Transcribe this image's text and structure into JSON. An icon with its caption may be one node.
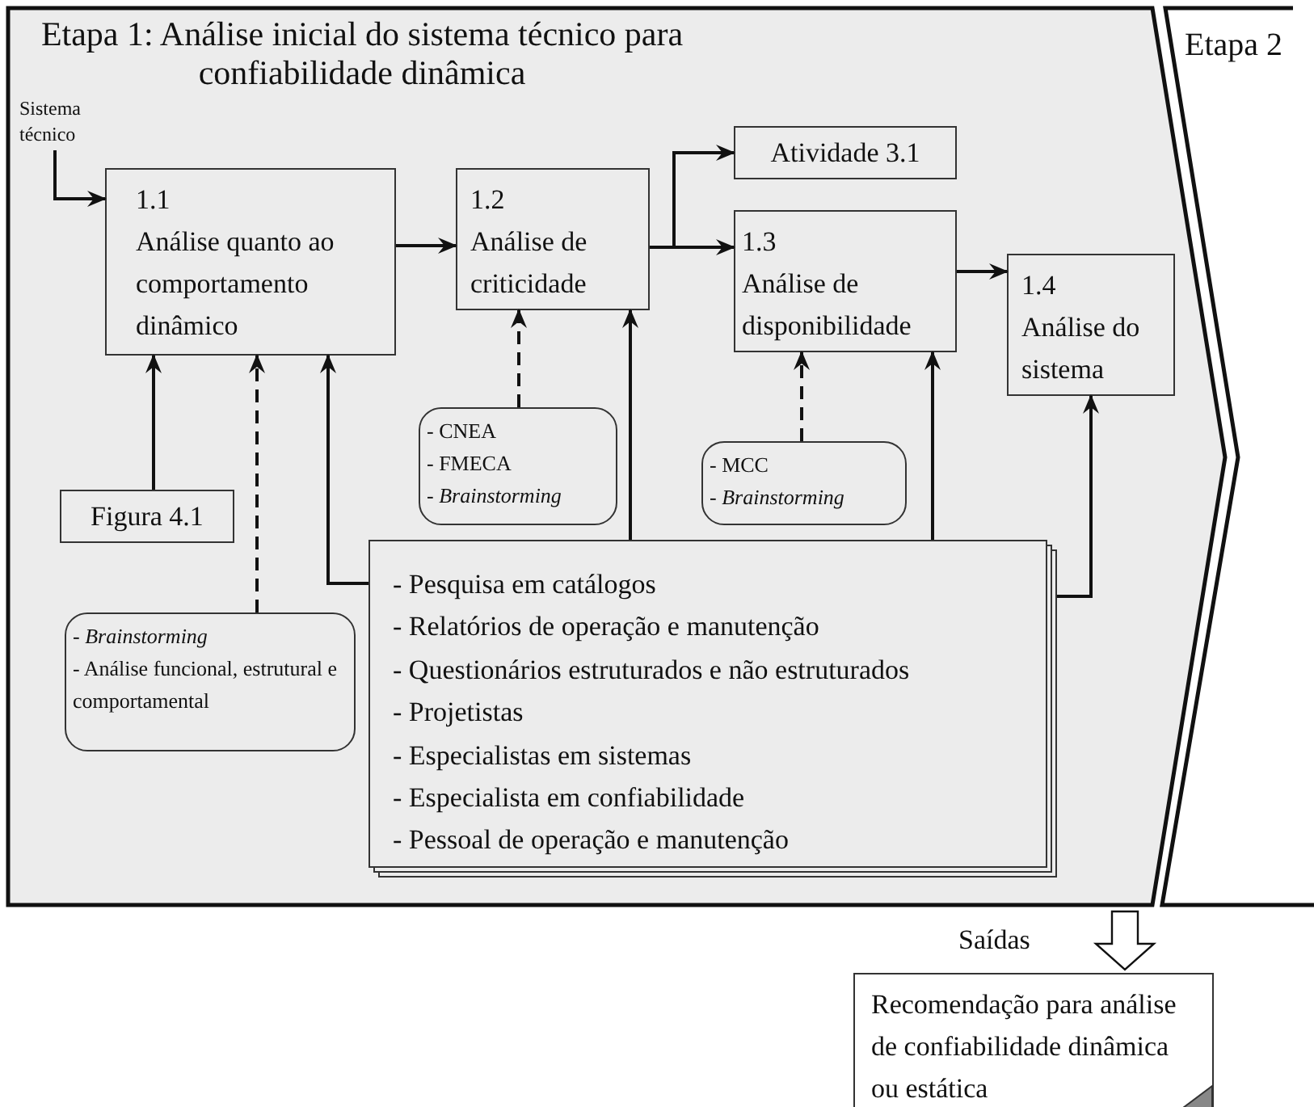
{
  "diagram": {
    "nodes": [
      {
        "text": [
          "Etapa 1: Análise inicial do sistema técnico para confiabilidade dinâmica"
        ]
      },
      {
        "text": [
          "Etapa 2"
        ]
      },
      {
        "text": [
          "Sistema técnico"
        ],
        "in": 0
      },
      {
        "text": [
          "1.1",
          "Análise quanto ao comportamento dinâmico"
        ],
        "in": 0
      },
      {
        "text": [
          "1.2",
          "Análise de criticidade"
        ],
        "in": 0
      },
      {
        "text": [
          "Atividade 3.1"
        ],
        "in": 0
      },
      {
        "text": [
          "1.3",
          "Análise de disponibilidade"
        ],
        "in": 0
      },
      {
        "text": [
          "1.4",
          "Análise do sistema"
        ],
        "in": 0
      },
      {
        "text": [
          "Figura 4.1"
        ],
        "in": 0
      },
      {
        "text": [
          "- *Brainstorming*",
          "- Análise funcional, estrutural e comportamental"
        ],
        "in": 0
      },
      {
        "text": [
          "- CNEA",
          "- FMECA",
          "- *Brainstorming*"
        ],
        "in": 0
      },
      {
        "text": [
          "- MCC",
          "- *Brainstorming*"
        ],
        "in": 0
      },
      {
        "text": [
          "- Pesquisa em catálogos",
          "- Relatórios de operação e manutenção",
          "- Questionários estruturados e não estruturados",
          "- Projetistas",
          "- Especialistas em sistemas",
          "- Especialista em confiabilidade",
          "- Pessoal de operação  e manutenção"
        ],
        "in": 0
      },
      {
        "text": [
          "Recomendação para análise de confiabilidade dinâmica ou estática"
        ]
      }
    ],
    "edges": [
      {
        "from": 2,
        "to": 3,
        "arrow": "to"
      },
      {
        "from": 3,
        "to": 4,
        "arrow": "to"
      },
      {
        "from": 4,
        "to": 5,
        "arrow": "to"
      },
      {
        "from": 4,
        "to": 6,
        "arrow": "to"
      },
      {
        "from": 6,
        "to": 7,
        "arrow": "to"
      },
      {
        "from": 8,
        "to": 3,
        "arrow": "to"
      },
      {
        "from": 9,
        "to": 3,
        "arrow": "to",
        "style": "dashed"
      },
      {
        "from": 12,
        "to": 3,
        "arrow": "to"
      },
      {
        "from": 10,
        "to": 4,
        "arrow": "to",
        "style": "dashed"
      },
      {
        "from": 12,
        "to": 4,
        "arrow": "to"
      },
      {
        "from": 11,
        "to": 6,
        "arrow": "to",
        "style": "dashed"
      },
      {
        "from": 12,
        "to": 6,
        "arrow": "to"
      },
      {
        "from": 12,
        "to": 7,
        "arrow": "to"
      },
      {
        "from": 0,
        "to": 13,
        "arrow": "to",
        "label": "Saídas",
        "style": "thick"
      }
    ]
  }
}
